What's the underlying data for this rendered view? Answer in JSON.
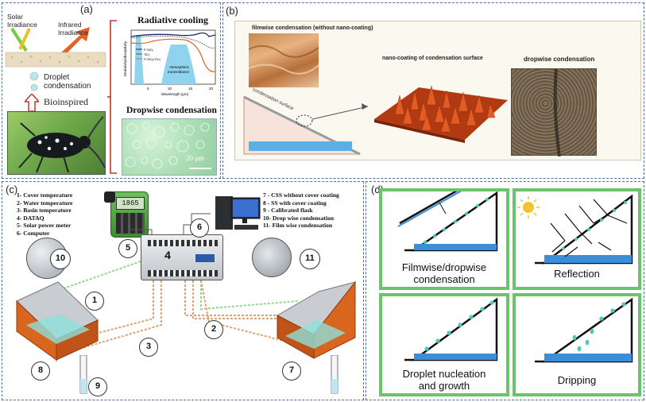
{
  "panels": {
    "a": {
      "letter": "(a)",
      "solar_label_1": "Solar",
      "solar_label_2": "Irradiance",
      "infrared_label_1": "Infrared",
      "infrared_label_2": "Irradiance",
      "droplet_label_1": "Droplet",
      "droplet_label_2": "condensation",
      "bioinspired_label": "Bioinspired",
      "radiative_title": "Radiative cooling",
      "graph_ylabel": "Emissivity/absorptivity",
      "graph_xlabel": "Wavelength (μm)",
      "graph_atm_label_1": "Atmospheric",
      "graph_atm_label_2": "transmittance",
      "graph_xticks": [
        "5",
        "10",
        "15",
        "20"
      ],
      "graph_legend": [
        "P-SiO₂",
        "TiO₂",
        "P-SiO₂/TiO₂"
      ],
      "dropwise_title": "Dropwise condensation",
      "scale_label": "20 μm"
    },
    "b": {
      "letter": "(b)",
      "filmwise_label": "filmwise condensation (without nano-coating)",
      "nano_label": "nano-coating of condensation surface",
      "dropwise_label": "dropwise condensation",
      "surface_label": "condensation surface"
    },
    "c": {
      "letter": "(c)",
      "legend_left": [
        "1- Cover temperature",
        "2- Water temperature",
        "3- Basin temperature",
        "4- DATAQ",
        "5- Solar power meter",
        "6- Computer"
      ],
      "legend_right": [
        "7 - CSS without cover coating",
        "8 - SS with cover coating",
        "9 - Calibrated flask",
        "10- Drop wise condensation",
        "11- Film wise condensation"
      ],
      "meter_display": "1865",
      "callouts": [
        "1",
        "2",
        "3",
        "4",
        "5",
        "6",
        "7",
        "8",
        "9",
        "10",
        "11"
      ]
    },
    "d": {
      "letter": "(d)",
      "tiles": [
        "Filmwise/dropwise condensation",
        "Reflection",
        "Droplet nucleation and growth",
        "Dripping"
      ],
      "tile_lines": [
        [
          "Filmwise/dropwise",
          "condensation"
        ],
        [
          "Reflection"
        ],
        [
          "Droplet nucleation",
          "and growth"
        ],
        [
          "Dripping"
        ]
      ]
    }
  },
  "colors": {
    "panel_border": "#4a6fa5",
    "tile_border": "#6ac46a",
    "water": "#3a8fd8",
    "droplet": "#4ec9c0",
    "orange_box": "#d9661f",
    "dotted_wire_green": "#8fd98f",
    "dotted_wire_orange": "#e0a070"
  }
}
